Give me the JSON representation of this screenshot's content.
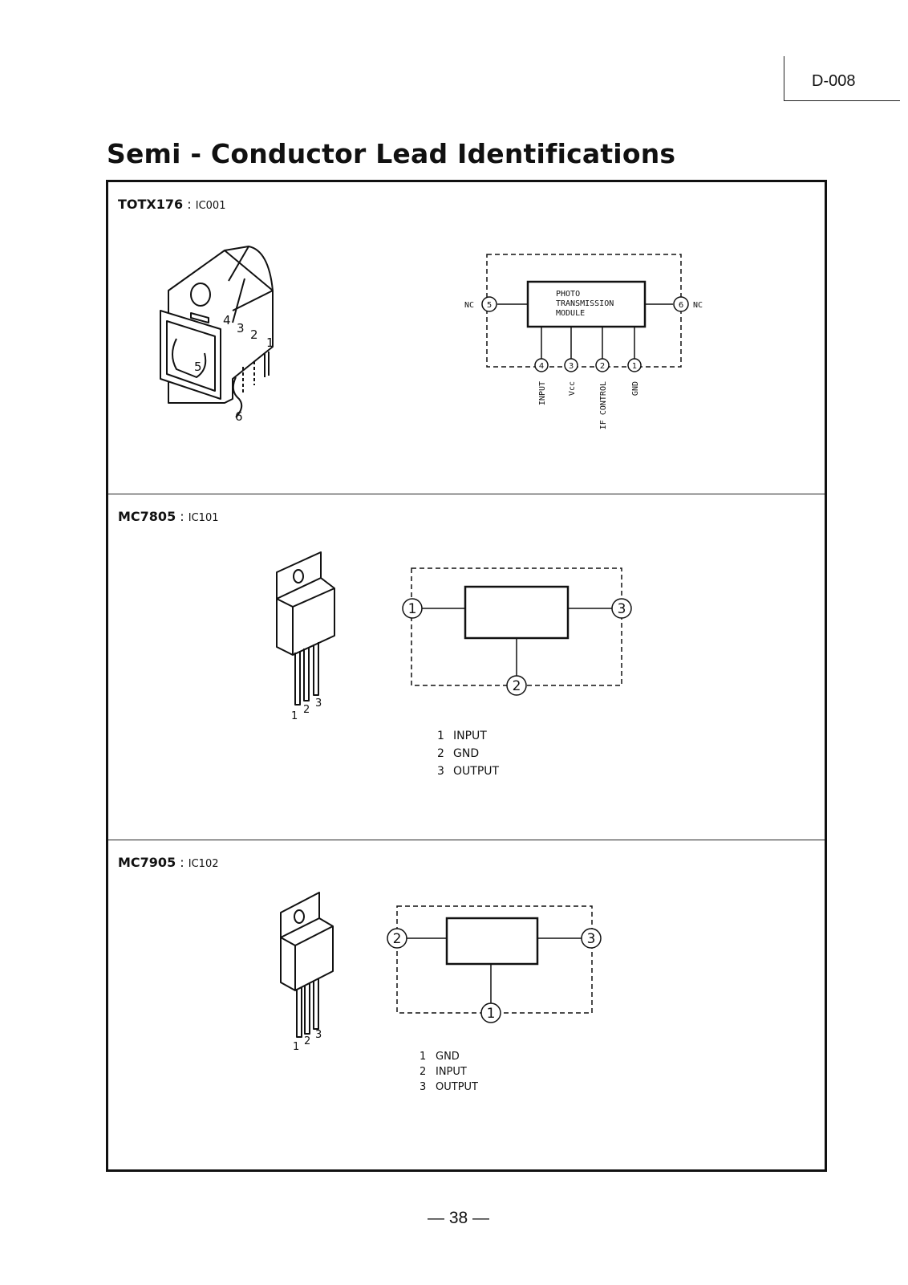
{
  "doc_code": "D-008",
  "title": "Semi - Conductor Lead Identifications",
  "sections": [
    {
      "part": "TOTX176",
      "sep": " : ",
      "ref": "IC001",
      "drawing_pins": [
        "1",
        "2",
        "3",
        "4",
        "5",
        "6"
      ],
      "module_label": [
        "PHOTO",
        "TRANSMISSION",
        "MODULE"
      ],
      "pins": [
        {
          "num": "5",
          "name": "NC"
        },
        {
          "num": "6",
          "name": "NC"
        },
        {
          "num": "4",
          "name": "INPUT"
        },
        {
          "num": "3",
          "name": "Vcc"
        },
        {
          "num": "2",
          "name": "IF CONTROL"
        },
        {
          "num": "1",
          "name": "GND"
        }
      ]
    },
    {
      "part": "MC7805",
      "sep": " : ",
      "ref": "IC101",
      "drawing_pins": [
        "1",
        "2",
        "3"
      ],
      "schematic_pins": {
        "left": "1",
        "bottom": "2",
        "right": "3"
      },
      "pins": [
        {
          "num": "1",
          "name": "INPUT"
        },
        {
          "num": "2",
          "name": "GND"
        },
        {
          "num": "3",
          "name": "OUTPUT"
        }
      ]
    },
    {
      "part": "MC7905",
      "sep": " : ",
      "ref": "IC102",
      "drawing_pins": [
        "1",
        "2",
        "3"
      ],
      "schematic_pins": {
        "left": "2",
        "bottom": "1",
        "right": "3"
      },
      "pins": [
        {
          "num": "1",
          "name": "GND"
        },
        {
          "num": "2",
          "name": "INPUT"
        },
        {
          "num": "3",
          "name": "OUTPUT"
        }
      ]
    }
  ],
  "page_number": "— 38 —"
}
